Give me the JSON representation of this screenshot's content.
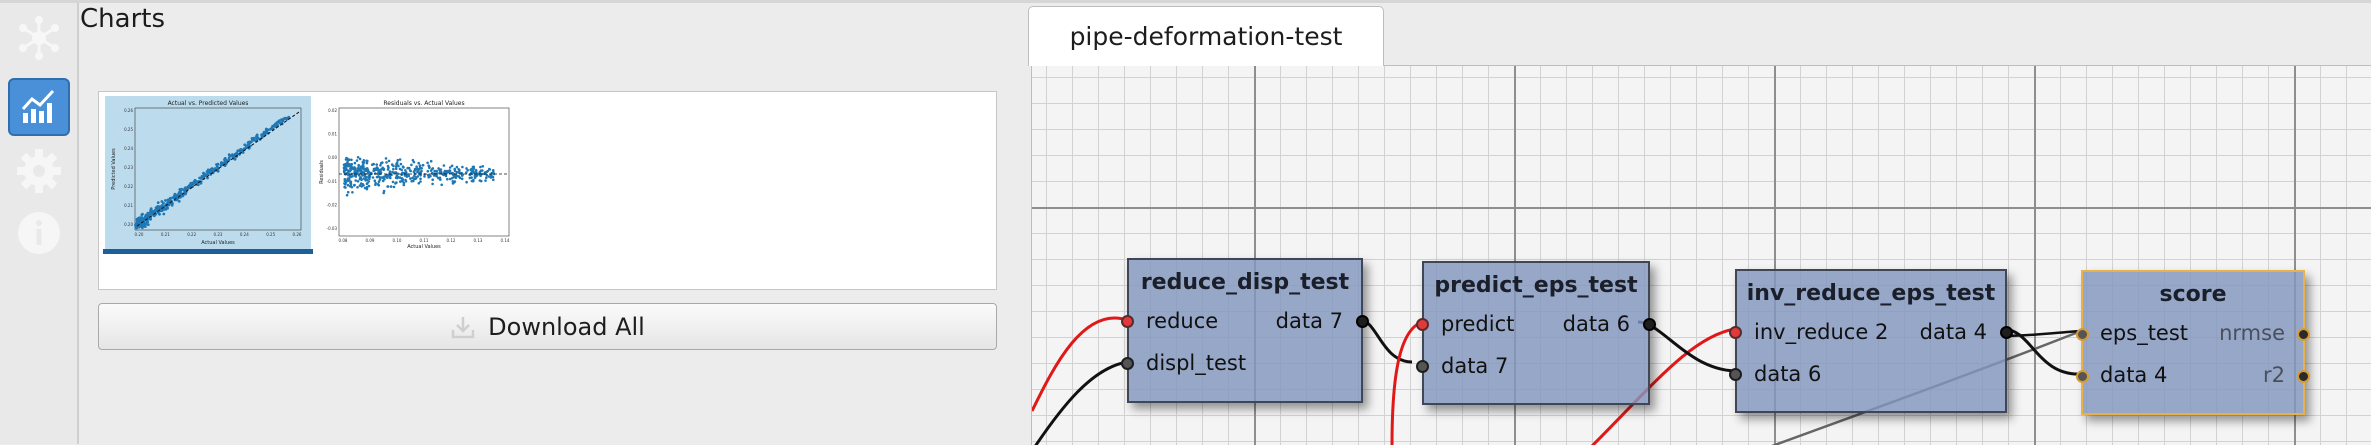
{
  "sidebar": {
    "items": [
      {
        "icon": "network-icon",
        "active": false
      },
      {
        "icon": "chart-icon",
        "active": true
      },
      {
        "icon": "gear-icon",
        "active": false
      },
      {
        "icon": "info-icon",
        "active": false
      }
    ]
  },
  "charts": {
    "title": "Charts",
    "thumbnails": [
      {
        "title": "Actual vs. Predicted Values",
        "xlabel": "Actual Values",
        "ylabel": "Predicted Values",
        "xticks": [
          "0.20",
          "0.21",
          "0.22",
          "0.23",
          "0.24",
          "0.25",
          "0.26"
        ],
        "yticks": [
          "0.20",
          "0.21",
          "0.22",
          "0.23",
          "0.24",
          "0.25",
          "0.26"
        ],
        "selected": true
      },
      {
        "title": "Residuals vs. Actual Values",
        "xlabel": "Actual Values",
        "ylabel": "Residuals",
        "xticks": [
          "0.08",
          "0.09",
          "0.10",
          "0.11",
          "0.12",
          "0.13",
          "0.14"
        ],
        "yticks": [
          "0.02",
          "0.01",
          "0.00",
          "-0.01",
          "-0.02",
          "-0.03"
        ],
        "selected": false
      }
    ],
    "download_label": "Download All"
  },
  "editor": {
    "tab_label": "pipe-deformation-test",
    "nodes": [
      {
        "title": "reduce_disp_test",
        "inputs": [
          "reduce",
          "displ_test"
        ],
        "outputs": [
          "data 7"
        ]
      },
      {
        "title": "predict_eps_test",
        "inputs": [
          "predict",
          "data 7"
        ],
        "outputs": [
          "data 6"
        ]
      },
      {
        "title": "inv_reduce_eps_test",
        "inputs": [
          "inv_reduce 2",
          "data 6"
        ],
        "outputs": [
          "data 4"
        ]
      },
      {
        "title": "score",
        "inputs": [
          "eps_test",
          "data 4"
        ],
        "outputs": [
          "nrmse",
          "r2"
        ]
      }
    ]
  },
  "colors": {
    "accent": "#4a90d9",
    "node_fill": "#8296be",
    "selected_border": "#e8b24a",
    "wire_red": "#e01818",
    "wire_black": "#111111",
    "scatter_blue": "#1f77b4"
  }
}
